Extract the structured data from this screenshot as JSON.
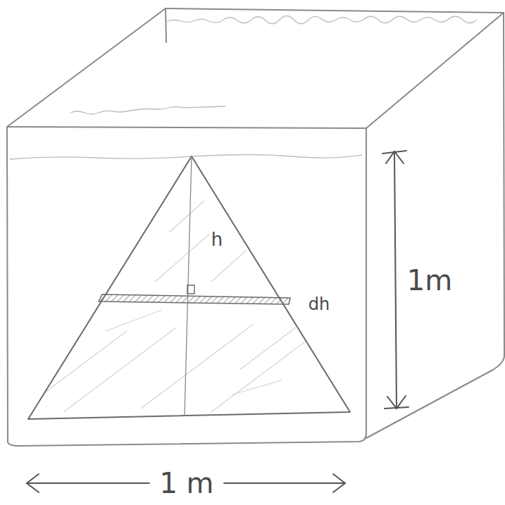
{
  "diagram": {
    "labels": [
      "h",
      "dh",
      "1m",
      "1 m"
    ]
  }
}
